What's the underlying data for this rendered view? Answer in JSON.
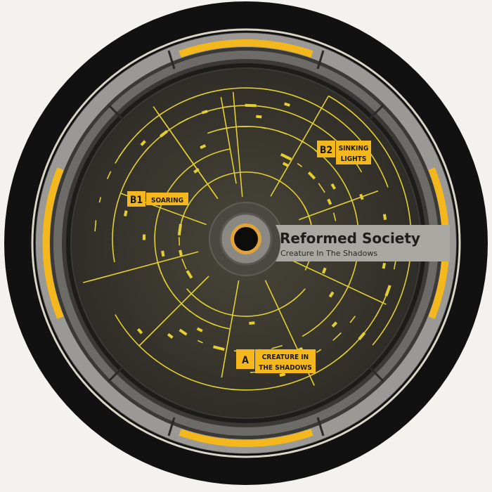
{
  "record_label": {
    "artist": "Reformed Society",
    "title": "Creature In The Shadows"
  },
  "tracks": [
    {
      "side": "B1",
      "line1": "SOARING",
      "line2": ""
    },
    {
      "side": "B2",
      "line1": "SINKING",
      "line2": "LIGHTS"
    },
    {
      "side": "A",
      "line1": "CREATURE IN",
      "line2": "THE SHADOWS"
    }
  ],
  "colors": {
    "vinyl": "#0f0f0f",
    "label_dark": "#35332c",
    "ring_gray": "#8e8e8a",
    "accent_yellow": "#f4b81c",
    "line_yellow": "#e8d33a",
    "name_band": "#a9a8a3"
  }
}
